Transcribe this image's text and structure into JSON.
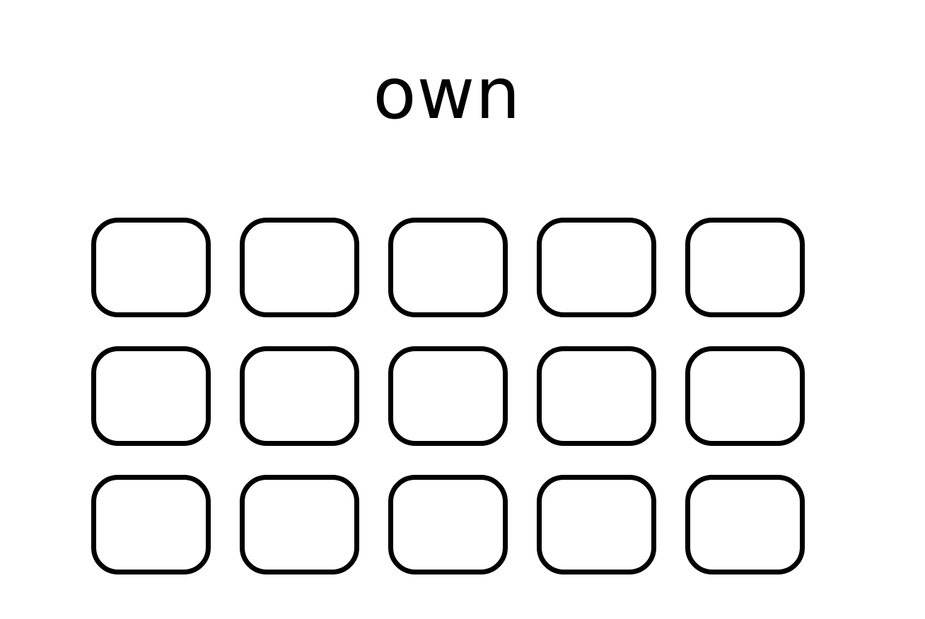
{
  "prompt": {
    "word": "own"
  },
  "grid": {
    "rows": 3,
    "columns": 5,
    "border_color": "#000000",
    "background_color": "#ffffff"
  }
}
